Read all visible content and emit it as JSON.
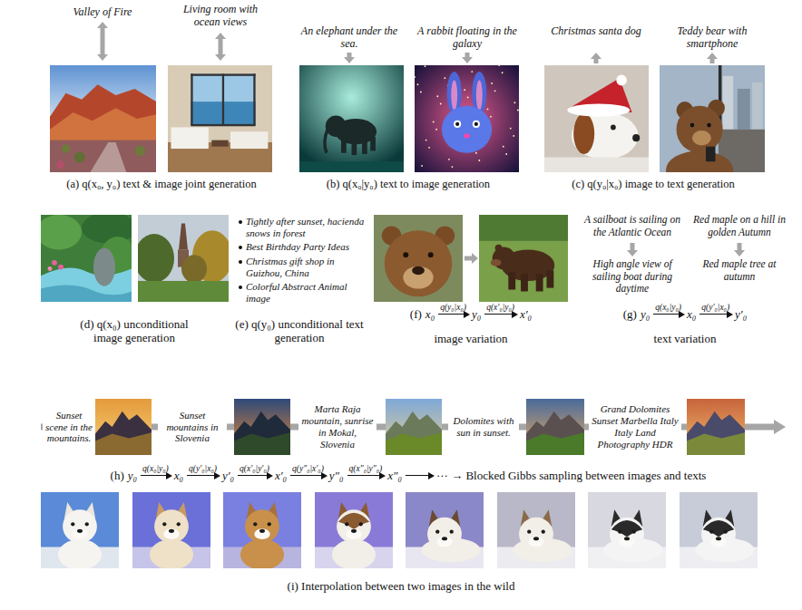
{
  "diagram": {
    "labels": [
      "Valley of Fire",
      "Living room with ocean views",
      "An elephant under the sea.",
      "A rabbit floating in the galaxy",
      "Christmas santa dog",
      "Teddy bear with smartphone",
      "(a) q(x₀, y₀) text & image joint generation",
      "(b) q(x₀|y₀) text to image generation",
      "(c) q(y₀|x₀) image to text generation",
      "Tightly after sunset, hacienda snows in forest",
      "Best Birthday Party Ideas",
      "Christmas gift shop in Guizhou, China",
      "Colorful Abstract Animal image",
      "(d) q(x₀) unconditional image generation",
      "(e) q(y₀) unconditional text generation",
      "(f)",
      "x₀",
      "q(y₀|x₀)",
      "y₀",
      "q(x′₀|y₀)",
      "x′₀",
      "image variation",
      "A sailboat is sailing on the Atlantic Ocean",
      "High angle view of sailing boat during daytime",
      "Red maple on a hill in golden Autumn",
      "Red maple tree at autumn",
      "(g)",
      "y₀",
      "q(x₀|y₀)",
      "x₀",
      "q(y′₀|x₀)",
      "y′₀",
      "text variation",
      "Sunset scene in the mountains.",
      "Sunset mountains in Slovenia",
      "Marta Raja mountain, sunrise in Mokal, Slovenia",
      "Dolomites with sun in sunset.",
      "Grand Dolomites Sunset Marbella Italy Italy Land Photography HDR",
      "(h)",
      "y₀",
      "q(x₀|y₀)",
      "x₀",
      "q(y′₀|x₀)",
      "y′₀",
      "q(x′₀|y′₀)",
      "x′₀",
      "q(y″₀|x′₀)",
      "y″₀",
      "q(x″₀|y″₀)",
      "x″₀",
      "··· → Blocked Gibbs sampling between images and texts",
      "(i) Interpolation between two images in the wild"
    ]
  }
}
